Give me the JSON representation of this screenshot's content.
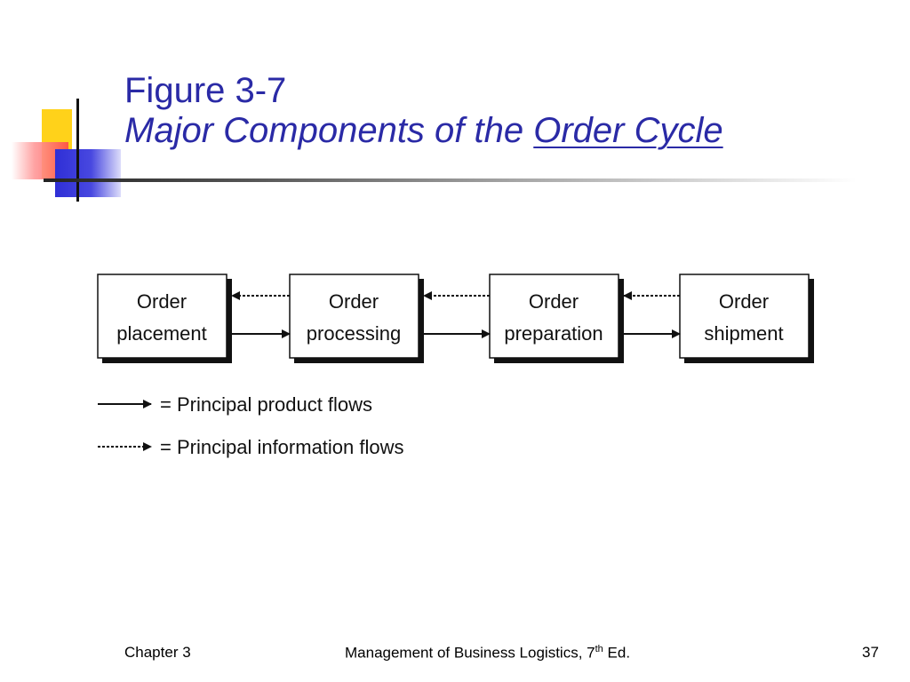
{
  "slide": {
    "figure_label": "Figure 3-7",
    "subtitle_prefix": "Major Components of the",
    "subtitle_link": "Order Cycle"
  },
  "diagram": {
    "nodes": [
      {
        "line1": "Order",
        "line2": "placement"
      },
      {
        "line1": "Order",
        "line2": "processing"
      },
      {
        "line1": "Order",
        "line2": "preparation"
      },
      {
        "line1": "Order",
        "line2": "shipment"
      }
    ],
    "legend": {
      "product": "= Principal product flows",
      "information": "= Principal information flows"
    }
  },
  "footer": {
    "chapter": "Chapter 3",
    "book_title": "Management of Business Logistics, 7",
    "book_sup": "th",
    "book_suffix": " Ed.",
    "page_number": "37"
  },
  "colors": {
    "title": "#2a2aa6",
    "accent_yellow": "#ffd21a",
    "accent_red": "#ff4a4a",
    "accent_blue": "#2f2fd6"
  }
}
